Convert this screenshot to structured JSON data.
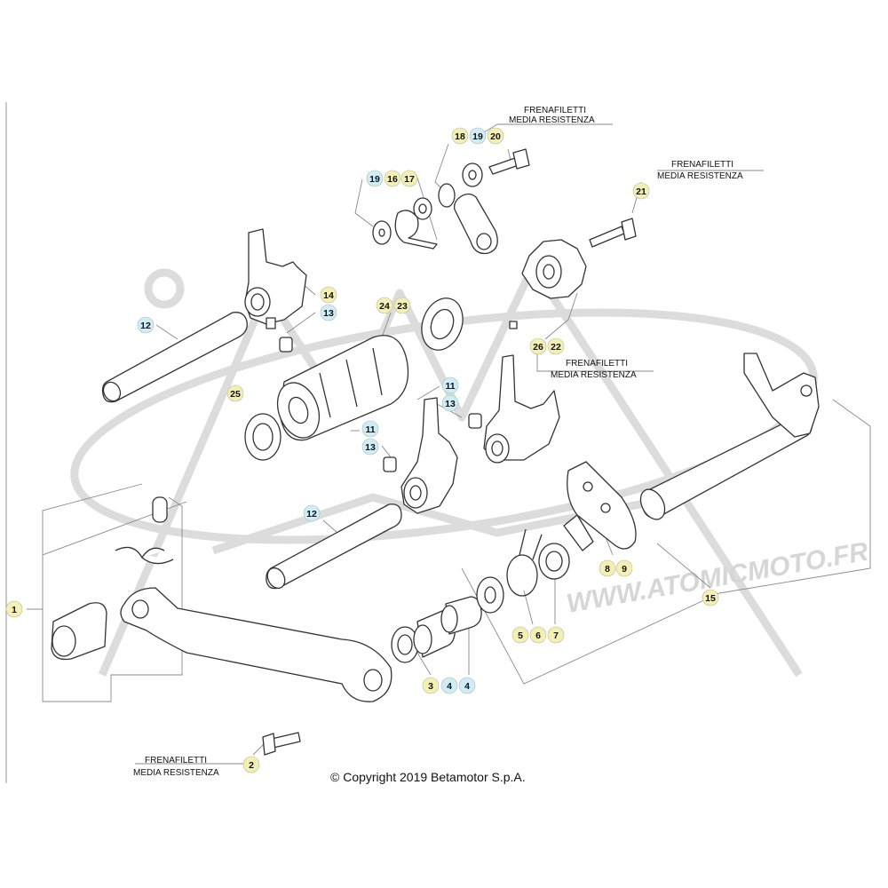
{
  "notes": {
    "frenafiletti": "FRENAFILETTI",
    "media_resistenza": "MEDIA RESISTENZA"
  },
  "watermark": "WWW.ATOMICMOTO.FR",
  "copyright": "© Copyright 2019 Betamotor S.p.A.",
  "colors": {
    "callout_yellow": "#f4f0b4",
    "callout_blue": "#cdeef8",
    "line": "#333333",
    "leader": "#777777",
    "watermark": "#d6d6d6"
  },
  "callouts": [
    {
      "n": "1",
      "tone": "yellow"
    },
    {
      "n": "2",
      "tone": "yellow"
    },
    {
      "n": "3",
      "tone": "yellow"
    },
    {
      "n": "4",
      "tone": "blue"
    },
    {
      "n": "4",
      "tone": "blue"
    },
    {
      "n": "5",
      "tone": "yellow"
    },
    {
      "n": "6",
      "tone": "yellow"
    },
    {
      "n": "7",
      "tone": "yellow"
    },
    {
      "n": "8",
      "tone": "yellow"
    },
    {
      "n": "9",
      "tone": "yellow"
    },
    {
      "n": "11",
      "tone": "blue"
    },
    {
      "n": "11",
      "tone": "blue"
    },
    {
      "n": "12",
      "tone": "blue"
    },
    {
      "n": "12",
      "tone": "blue"
    },
    {
      "n": "13",
      "tone": "blue"
    },
    {
      "n": "13",
      "tone": "blue"
    },
    {
      "n": "13",
      "tone": "blue"
    },
    {
      "n": "14",
      "tone": "yellow"
    },
    {
      "n": "15",
      "tone": "yellow"
    },
    {
      "n": "16",
      "tone": "yellow"
    },
    {
      "n": "17",
      "tone": "yellow"
    },
    {
      "n": "18",
      "tone": "yellow"
    },
    {
      "n": "19",
      "tone": "blue"
    },
    {
      "n": "19",
      "tone": "blue"
    },
    {
      "n": "20",
      "tone": "yellow"
    },
    {
      "n": "21",
      "tone": "yellow"
    },
    {
      "n": "22",
      "tone": "yellow"
    },
    {
      "n": "23",
      "tone": "yellow"
    },
    {
      "n": "24",
      "tone": "yellow"
    },
    {
      "n": "25",
      "tone": "yellow"
    },
    {
      "n": "26",
      "tone": "yellow"
    }
  ]
}
